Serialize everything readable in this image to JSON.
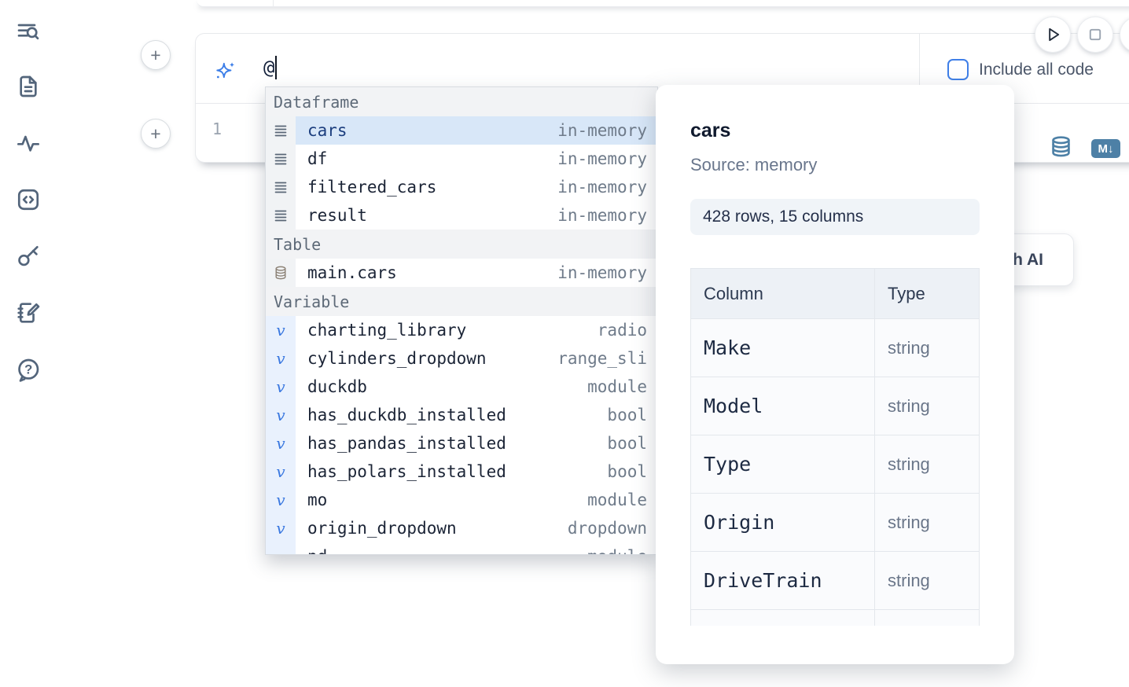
{
  "colors": {
    "accent_blue": "#3f7fe8",
    "steel_blue": "#4d80a6",
    "selection_blue": "#d8e7f8"
  },
  "sidebar": {
    "icons": [
      "search-list-icon",
      "document-icon",
      "activity-icon",
      "code-snippet-icon",
      "key-icon",
      "scratchpad-icon",
      "help-icon"
    ]
  },
  "run_controls": {
    "play_icon": "play-icon",
    "stop_icon": "stop-icon"
  },
  "ai_prompt": {
    "value": "@",
    "sparkle_icon": "ai-sparkle-icon"
  },
  "include_all_code": {
    "label": "Include all code",
    "checked": false
  },
  "editor": {
    "line_number": "1"
  },
  "cell_actions": {
    "datasource_icon": "database-icon",
    "markdown_icon_label": "M↓",
    "generate_ai_label": "Generate with AI"
  },
  "autocomplete": {
    "sections": [
      {
        "label": "Dataframe",
        "items": [
          {
            "name": "cars",
            "type": "in-memory",
            "icon": "dataframe",
            "selected": true
          },
          {
            "name": "df",
            "type": "in-memory",
            "icon": "dataframe"
          },
          {
            "name": "filtered_cars",
            "type": "in-memory",
            "icon": "dataframe"
          },
          {
            "name": "result",
            "type": "in-memory",
            "icon": "dataframe"
          }
        ]
      },
      {
        "label": "Table",
        "items": [
          {
            "name": "main.cars",
            "type": "in-memory",
            "icon": "table"
          }
        ]
      },
      {
        "label": "Variable",
        "items": [
          {
            "name": "charting_library",
            "type": "radio",
            "icon": "variable"
          },
          {
            "name": "cylinders_dropdown",
            "type": "range_sli",
            "icon": "variable"
          },
          {
            "name": "duckdb",
            "type": "module",
            "icon": "variable"
          },
          {
            "name": "has_duckdb_installed",
            "type": "bool",
            "icon": "variable"
          },
          {
            "name": "has_pandas_installed",
            "type": "bool",
            "icon": "variable"
          },
          {
            "name": "has_polars_installed",
            "type": "bool",
            "icon": "variable"
          },
          {
            "name": "mo",
            "type": "module",
            "icon": "variable"
          },
          {
            "name": "origin_dropdown",
            "type": "dropdown",
            "icon": "variable"
          },
          {
            "name": "pd",
            "type": "module",
            "icon": "variable",
            "partial": true
          }
        ]
      }
    ]
  },
  "preview": {
    "title": "cars",
    "source": "Source: memory",
    "shape": "428 rows, 15 columns",
    "table": {
      "headers": [
        "Column",
        "Type"
      ],
      "rows": [
        [
          "Make",
          "string"
        ],
        [
          "Model",
          "string"
        ],
        [
          "Type",
          "string"
        ],
        [
          "Origin",
          "string"
        ],
        [
          "DriveTrain",
          "string"
        ]
      ],
      "partial_row_visible": true
    }
  }
}
